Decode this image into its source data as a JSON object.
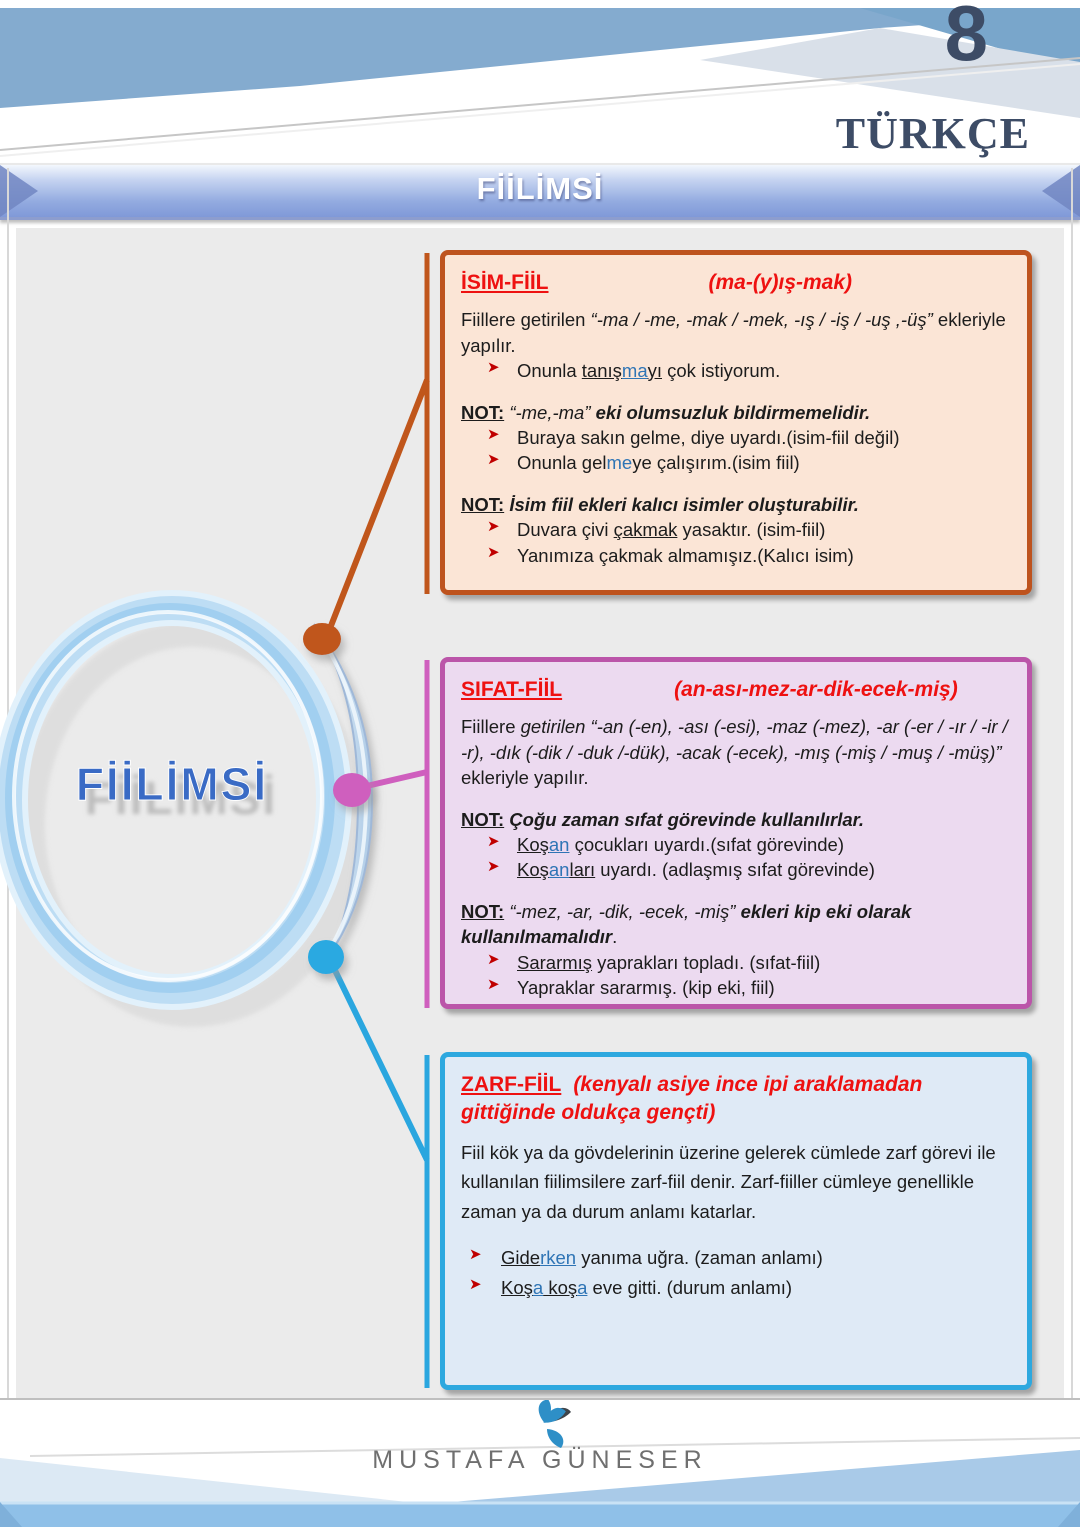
{
  "page": {
    "grade_number": "8",
    "subject": "TÜRKÇE",
    "banner_title": "FİİLİMSİ"
  },
  "diagram": {
    "center_label": "FİİLİMSİ",
    "nodes": [
      {
        "name": "isim-fiil-node",
        "color": "#c0561b"
      },
      {
        "name": "sifat-fiil-node",
        "color": "#cf5fbe"
      },
      {
        "name": "zarf-fiil-node",
        "color": "#2aa6df"
      }
    ]
  },
  "bullet_glyph": "➤",
  "boxes": [
    {
      "id": "isim-fiil",
      "title": "İSİM-FİİL",
      "suffix": "(ma-(y)ış-mak)",
      "accent": "#be531e",
      "fill": "#fbe5d6",
      "content": [
        {
          "type": "p",
          "segments": [
            {
              "t": "Fiillere getirilen ",
              "s": ""
            },
            {
              "t": "“-ma / -me, -mak / -mek, -ış / -iş / -uş ,-üş”",
              "s": "i"
            },
            {
              "t": " ekleriyle yapılır.",
              "s": ""
            }
          ]
        },
        {
          "type": "bullet",
          "segments": [
            {
              "t": "Onunla ",
              "s": ""
            },
            {
              "t": "tanış",
              "s": "u"
            },
            {
              "t": "ma",
              "s": "u blue"
            },
            {
              "t": "yı",
              "s": "u"
            },
            {
              "t": " çok istiyorum.",
              "s": ""
            }
          ]
        },
        {
          "type": "gap",
          "segments": []
        },
        {
          "type": "p",
          "segments": [
            {
              "t": "NOT:",
              "s": "bu"
            },
            {
              "t": " ",
              "s": ""
            },
            {
              "t": "“-me,-ma”",
              "s": "i"
            },
            {
              "t": " ",
              "s": ""
            },
            {
              "t": "eki olumsuzluk bildirmemelidir.",
              "s": "bi"
            }
          ]
        },
        {
          "type": "bullet",
          "segments": [
            {
              "t": "Buraya sakın gelme, diye uyardı.(isim-fiil değil)",
              "s": ""
            }
          ]
        },
        {
          "type": "bullet",
          "segments": [
            {
              "t": "Onunla gel",
              "s": ""
            },
            {
              "t": "me",
              "s": "blue"
            },
            {
              "t": "ye çalışırım.(isim fiil)",
              "s": ""
            }
          ]
        },
        {
          "type": "gap",
          "segments": []
        },
        {
          "type": "p",
          "segments": [
            {
              "t": "NOT:",
              "s": "bu"
            },
            {
              "t": " ",
              "s": ""
            },
            {
              "t": "İsim fiil ekleri kalıcı isimler oluşturabilir.",
              "s": "bi"
            }
          ]
        },
        {
          "type": "bullet",
          "segments": [
            {
              "t": "Duvara çivi ",
              "s": ""
            },
            {
              "t": "çakmak",
              "s": "u"
            },
            {
              "t": " yasaktır. (isim-fiil)",
              "s": ""
            }
          ]
        },
        {
          "type": "bullet",
          "segments": [
            {
              "t": "Yanımıza çakmak almamışız.(Kalıcı isim)",
              "s": ""
            }
          ]
        }
      ]
    },
    {
      "id": "sifat-fiil",
      "title": "SIFAT-FİİL",
      "suffix": "(an-ası-mez-ar-dik-ecek-miş)",
      "accent": "#bb55a9",
      "fill": "#ecdaf0",
      "content": [
        {
          "type": "p",
          "segments": [
            {
              "t": "Fiillere ",
              "s": ""
            },
            {
              "t": "getirilen “-an (-en), -ası (-esi), -maz (-mez), -ar (-er / -ır / -ir / -r), -dık (-dik / -duk /-dük), -acak (-ecek), -mış (-miş / -muş / -müş)”",
              "s": "i"
            },
            {
              "t": " ekleriyle yapılır.",
              "s": ""
            }
          ]
        },
        {
          "type": "gap",
          "segments": []
        },
        {
          "type": "p",
          "segments": [
            {
              "t": "NOT:",
              "s": "bu"
            },
            {
              "t": " ",
              "s": ""
            },
            {
              "t": "Çoğu zaman sıfat görevinde kullanılırlar.",
              "s": "bi"
            }
          ]
        },
        {
          "type": "bullet",
          "segments": [
            {
              "t": "Koş",
              "s": "u"
            },
            {
              "t": "an",
              "s": "u blue"
            },
            {
              "t": " çocukları uyardı.(sıfat görevinde)",
              "s": ""
            }
          ]
        },
        {
          "type": "bullet",
          "segments": [
            {
              "t": "Koş",
              "s": "u"
            },
            {
              "t": "an",
              "s": "u blue"
            },
            {
              "t": "ları",
              "s": "u"
            },
            {
              "t": " uyardı. (adlaşmış sıfat görevinde)",
              "s": ""
            }
          ]
        },
        {
          "type": "gap",
          "segments": []
        },
        {
          "type": "p",
          "segments": [
            {
              "t": "NOT:",
              "s": "bu"
            },
            {
              "t": " ",
              "s": ""
            },
            {
              "t": "“-mez, -ar, -dik, -ecek, -miş”",
              "s": "i"
            },
            {
              "t": " ",
              "s": ""
            },
            {
              "t": "ekleri kip eki olarak kullanılmamalıdır",
              "s": "bi"
            },
            {
              "t": ".",
              "s": ""
            }
          ]
        },
        {
          "type": "bullet",
          "segments": [
            {
              "t": "Sararmış",
              "s": "u"
            },
            {
              "t": " yaprakları topladı. (sıfat-fiil)",
              "s": ""
            }
          ]
        },
        {
          "type": "bullet",
          "segments": [
            {
              "t": "Yapraklar sararmış. (kip eki, fiil)",
              "s": ""
            }
          ]
        }
      ]
    },
    {
      "id": "zarf-fiil",
      "title": "ZARF-FİİL",
      "suffix": "(kenyalı asiye ince ipi araklamadan gittiğinde oldukça gençti)",
      "accent": "#2da8df",
      "fill": "#dfeaf6",
      "content": [
        {
          "type": "p",
          "segments": [
            {
              "t": "Fiil kök ya da gövdelerinin üzerine gelerek cümlede zarf görevi ile kullanılan fiilimsilere zarf-fiil denir. Zarf-fiiller cümleye genellikle zaman ya da durum anlamı katarlar.",
              "s": ""
            }
          ]
        },
        {
          "type": "gap",
          "segments": []
        },
        {
          "type": "bullet",
          "segments": [
            {
              "t": "Gide",
              "s": "u"
            },
            {
              "t": "rken",
              "s": "u blue"
            },
            {
              "t": " yanıma uğra. (zaman anlamı)",
              "s": ""
            }
          ]
        },
        {
          "type": "bullet",
          "segments": [
            {
              "t": "Koş",
              "s": "u"
            },
            {
              "t": "a",
              "s": "u blue"
            },
            {
              "t": " koş",
              "s": "u"
            },
            {
              "t": "a",
              "s": "u blue"
            },
            {
              "t": " eve gitti. (durum anlamı)",
              "s": ""
            }
          ]
        }
      ]
    }
  ],
  "footer": {
    "brand": "MUSTAFA GÜNESER"
  }
}
